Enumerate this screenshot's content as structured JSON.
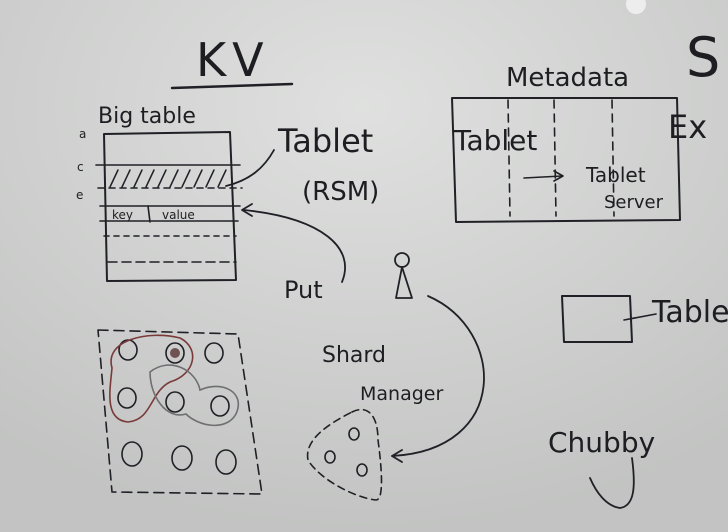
{
  "title": "KV",
  "big_table": {
    "label": "Big table",
    "row_letters": [
      "a",
      "c",
      "e"
    ],
    "key_col": "key",
    "value_col": "value"
  },
  "tablet_label": "Tablet",
  "rsm_label": "(RSM)",
  "put_label": "Put",
  "shard_manager": {
    "line1": "Shard",
    "line2": "Manager"
  },
  "metadata": {
    "label": "Metadata",
    "tablet": "Tablet",
    "server_line1": "Tablet",
    "server_line2": "Server"
  },
  "edge_right_letter": "S",
  "edge_right_ex": "Ex",
  "right_table_label": "Table",
  "chubby_label": "Chubby",
  "colors": {
    "board": "#d3d4d3",
    "ink": "#202026",
    "red_marker": "#7a3a3a",
    "gray_marker": "#6f6f72"
  }
}
